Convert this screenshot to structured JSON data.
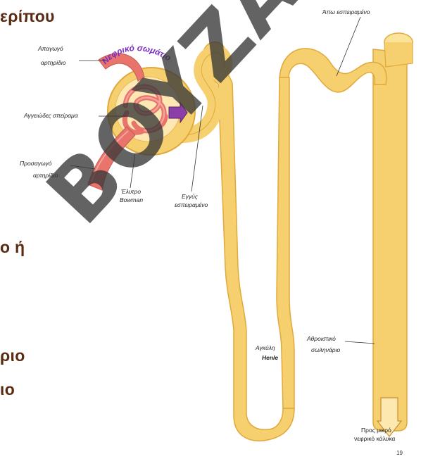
{
  "left_fragments": {
    "line1": "ερίπου",
    "line2": "ο ή",
    "line3": "ριο",
    "line4": "ιο"
  },
  "labels": {
    "efferent": [
      "Απαγωγό",
      "αρτηρίδιο"
    ],
    "renal_corpuscle": "Νεφρικό σωμάτιο",
    "glomerulus": "Αγγειώδες σπείραμα",
    "afferent": [
      "Προσαγωγό",
      "αρτηρίδιο"
    ],
    "bowman": [
      "Έλυτρο",
      "Bowman"
    ],
    "proximal": [
      "Εγγύς",
      "εσπειραμένο"
    ],
    "distal": "Άπω εσπειραμένο",
    "henle": [
      "Αγκύλη",
      "Henle"
    ],
    "collecting": [
      "Αθροιστικό",
      "σωληνάριο"
    ],
    "to_calyx": [
      "Προς μικρό",
      "νεφρικό κάλυκα"
    ]
  },
  "page_number": "19",
  "watermark": "BOYZABAN",
  "colors": {
    "tubule": "#f6cf6e",
    "tubule_edge": "#e0a93c",
    "vessel": "#e8746c",
    "vessel_light": "#f4a49a",
    "corpuscle_text": "#7a2bc4",
    "purple": "#8b3fa8",
    "left_text": "#5a2b13"
  }
}
